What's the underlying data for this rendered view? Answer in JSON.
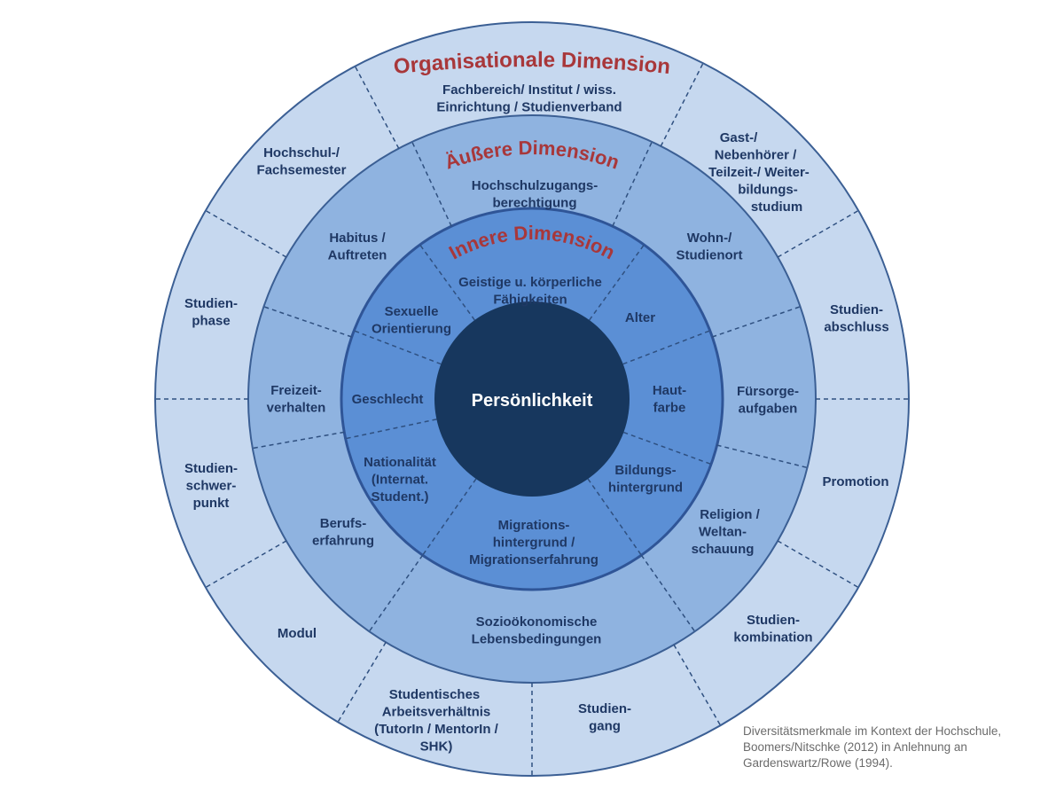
{
  "titles": {
    "outer": "Organisationale Dimension",
    "middle": "Äußere Dimension",
    "inner": "Innere Dimension"
  },
  "center": "Persönlichkeit",
  "outer_items": [
    {
      "lines": [
        "Fachbereich/ Institut / wiss.",
        "Einrichtung / Studienverband"
      ]
    },
    {
      "lines": [
        "Gast-/",
        "Nebenhörer /",
        "Teilzeit-/ Weiter-",
        "bildungs-",
        "studium"
      ]
    },
    {
      "lines": [
        "Studien-",
        "abschluss"
      ]
    },
    {
      "lines": [
        "Promotion"
      ]
    },
    {
      "lines": [
        "Studien-",
        "kombination"
      ]
    },
    {
      "lines": [
        "Studien-",
        "gang"
      ]
    },
    {
      "lines": [
        "Studentisches",
        "Arbeitsverhältnis",
        "(TutorIn / MentorIn /",
        "SHK)"
      ]
    },
    {
      "lines": [
        "Modul"
      ]
    },
    {
      "lines": [
        "Studien-",
        "schwer-",
        "punkt"
      ]
    },
    {
      "lines": [
        "Studien-",
        "phase"
      ]
    },
    {
      "lines": [
        "Hochschul-/",
        "Fachsemester"
      ]
    }
  ],
  "middle_items": [
    {
      "lines": [
        "Hochschulzugangs-",
        "berechtigung"
      ]
    },
    {
      "lines": [
        "Wohn-/",
        "Studienort"
      ]
    },
    {
      "lines": [
        "Fürsorge-",
        "aufgaben"
      ]
    },
    {
      "lines": [
        "Religion /",
        "Weltan-",
        "schauung"
      ]
    },
    {
      "lines": [
        "Sozioökonomische",
        "Lebensbedingungen"
      ]
    },
    {
      "lines": [
        "Berufs-",
        "erfahrung"
      ]
    },
    {
      "lines": [
        "Freizeit-",
        "verhalten"
      ]
    },
    {
      "lines": [
        "Habitus /",
        "Auftreten"
      ]
    }
  ],
  "inner_items": [
    {
      "lines": [
        "Geistige  u. körperliche",
        "Fähigkeiten"
      ]
    },
    {
      "lines": [
        "Alter"
      ]
    },
    {
      "lines": [
        "Haut-",
        "farbe"
      ]
    },
    {
      "lines": [
        "Bildungs-",
        "hintergrund"
      ]
    },
    {
      "lines": [
        "Migrations-",
        "hintergrund /",
        "Migrationserfahrung"
      ]
    },
    {
      "lines": [
        "Nationalität",
        "(Internat.",
        "Student.)"
      ]
    },
    {
      "lines": [
        "Geschlecht"
      ]
    },
    {
      "lines": [
        "Sexuelle",
        "Orientierung"
      ]
    }
  ],
  "caption": [
    "Diversitätsmerkmale im Kontext der Hochschule,",
    "Boomers/Nitschke (2012) in Anlehnung an",
    "Gardenswartz/Rowe (1994)."
  ],
  "colors": {
    "outer_ring": "#c6d8ef",
    "middle_ring": "#8fb3e0",
    "inner_ring": "#5b8fd5",
    "center": "#17375e",
    "title_red": "#a8373a",
    "label_navy": "#1f3864"
  }
}
